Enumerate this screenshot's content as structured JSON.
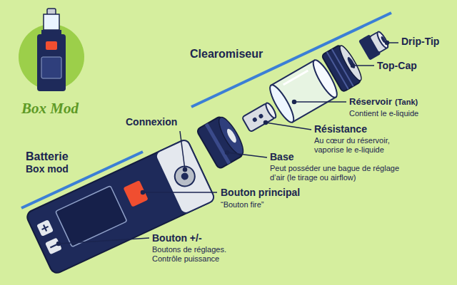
{
  "diagram": {
    "labels": [
      "Box Mod",
      "Clearomiseur",
      "Drip-Tip",
      "Top-Cap",
      "Réservoir",
      "(Tank)",
      "Contient le e-liquide",
      "Connexion",
      "Résistance",
      "Au cœur du réservoir, vaporise le e-liquide",
      "Batterie",
      "Box mod",
      "Base",
      "Peut posséder une bague de réglage d’air (le tirage ou airflow)",
      "Bouton principal",
      "“Bouton fire”",
      "Bouton +/-",
      "Boutons de réglages. Contrôle puissance"
    ]
  }
}
